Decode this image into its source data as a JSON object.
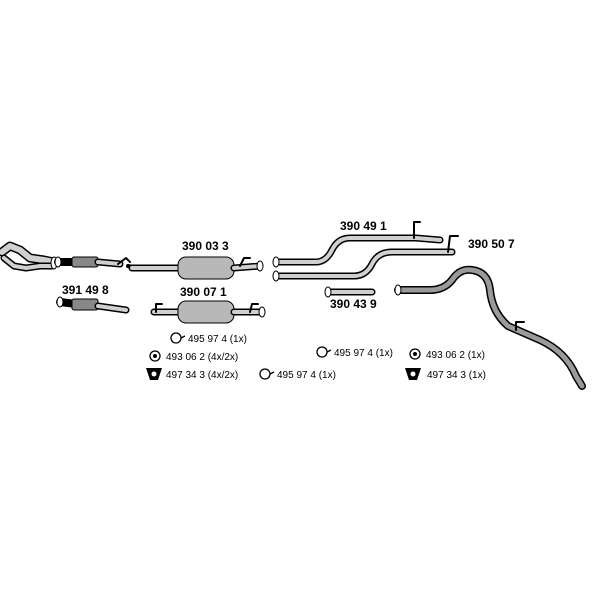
{
  "parts": {
    "front_pipe": "391 49 8",
    "middle_silencer_a": "390 03 3",
    "middle_silencer_b": "390 07 1",
    "pipe_upper": "390 49 1",
    "pipe_rear": "390 50 7",
    "pipe_short": "390 43 9"
  },
  "accessories": {
    "left": {
      "clamp": "495 97 4 (1x)",
      "ring": "493 06 2 (4x/2x)",
      "hanger": "497 34 3 (4x/2x)",
      "clamp2": "495 97 4 (1x)"
    },
    "right": {
      "clamp": "495 97 4 (1x)",
      "ring": "493 06 2 (1x)",
      "hanger": "497 34 3  (1x)"
    }
  },
  "icons": [
    "clamp-icon",
    "rubber-ring-icon",
    "hanger-icon"
  ]
}
